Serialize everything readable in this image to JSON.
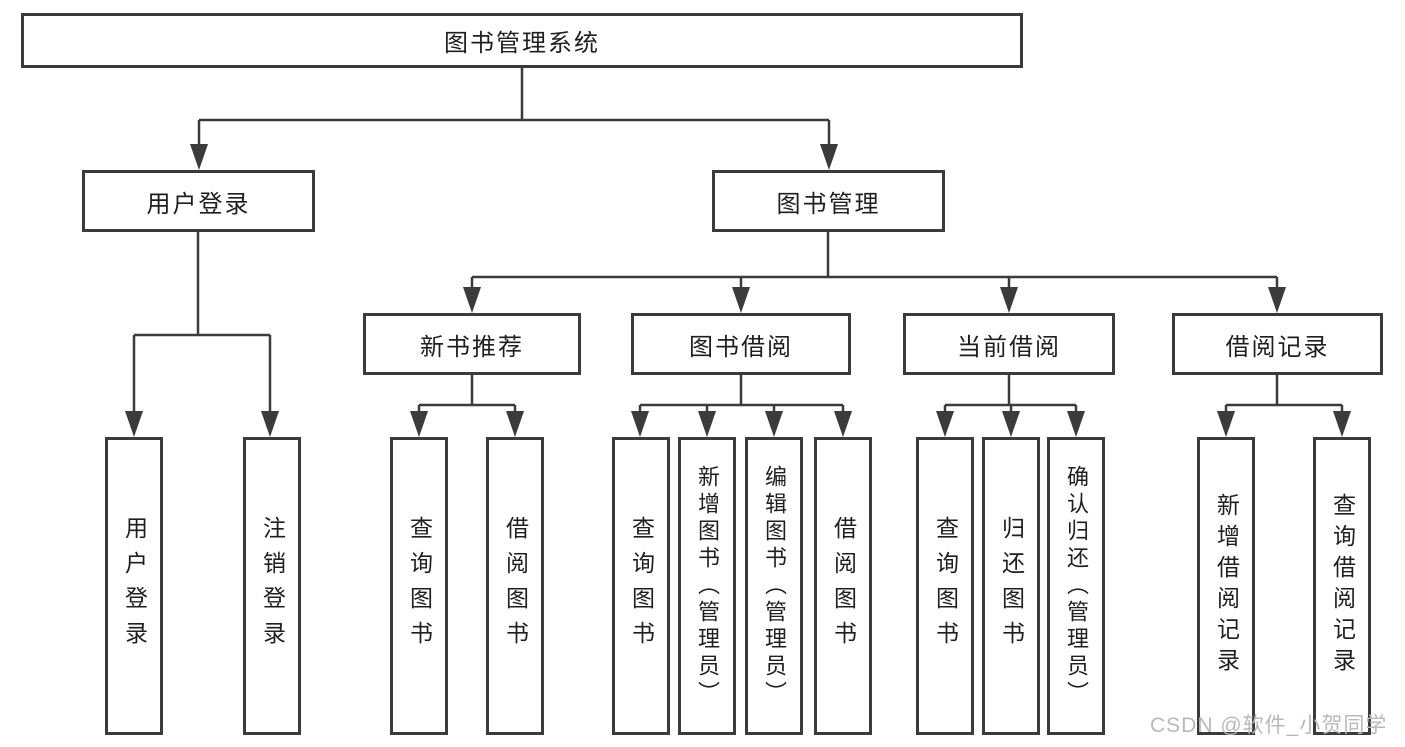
{
  "colors": {
    "line": "#3b3b3b",
    "box_border": "#3b3b3b",
    "text": "#1f1f1f",
    "watermark": "#b9b9b9"
  },
  "tree": {
    "label": "图书管理系统",
    "children": [
      {
        "label": "用户登录",
        "children": [
          {
            "label": "用户登录"
          },
          {
            "label": "注销登录"
          }
        ]
      },
      {
        "label": "图书管理",
        "children": [
          {
            "label": "新书推荐",
            "children": [
              {
                "label": "查询图书"
              },
              {
                "label": "借阅图书"
              }
            ]
          },
          {
            "label": "图书借阅",
            "children": [
              {
                "label": "查询图书"
              },
              {
                "label": "新增图书（管理员）"
              },
              {
                "label": "编辑图书（管理员）"
              },
              {
                "label": "借阅图书"
              }
            ]
          },
          {
            "label": "当前借阅",
            "children": [
              {
                "label": "查询图书"
              },
              {
                "label": "归还图书"
              },
              {
                "label": "确认归还（管理员）"
              }
            ]
          },
          {
            "label": "借阅记录",
            "children": [
              {
                "label": "新增借阅记录"
              },
              {
                "label": "查询借阅记录"
              }
            ]
          }
        ]
      }
    ]
  },
  "watermark": {
    "text": "CSDN @软件_小贺同学"
  }
}
